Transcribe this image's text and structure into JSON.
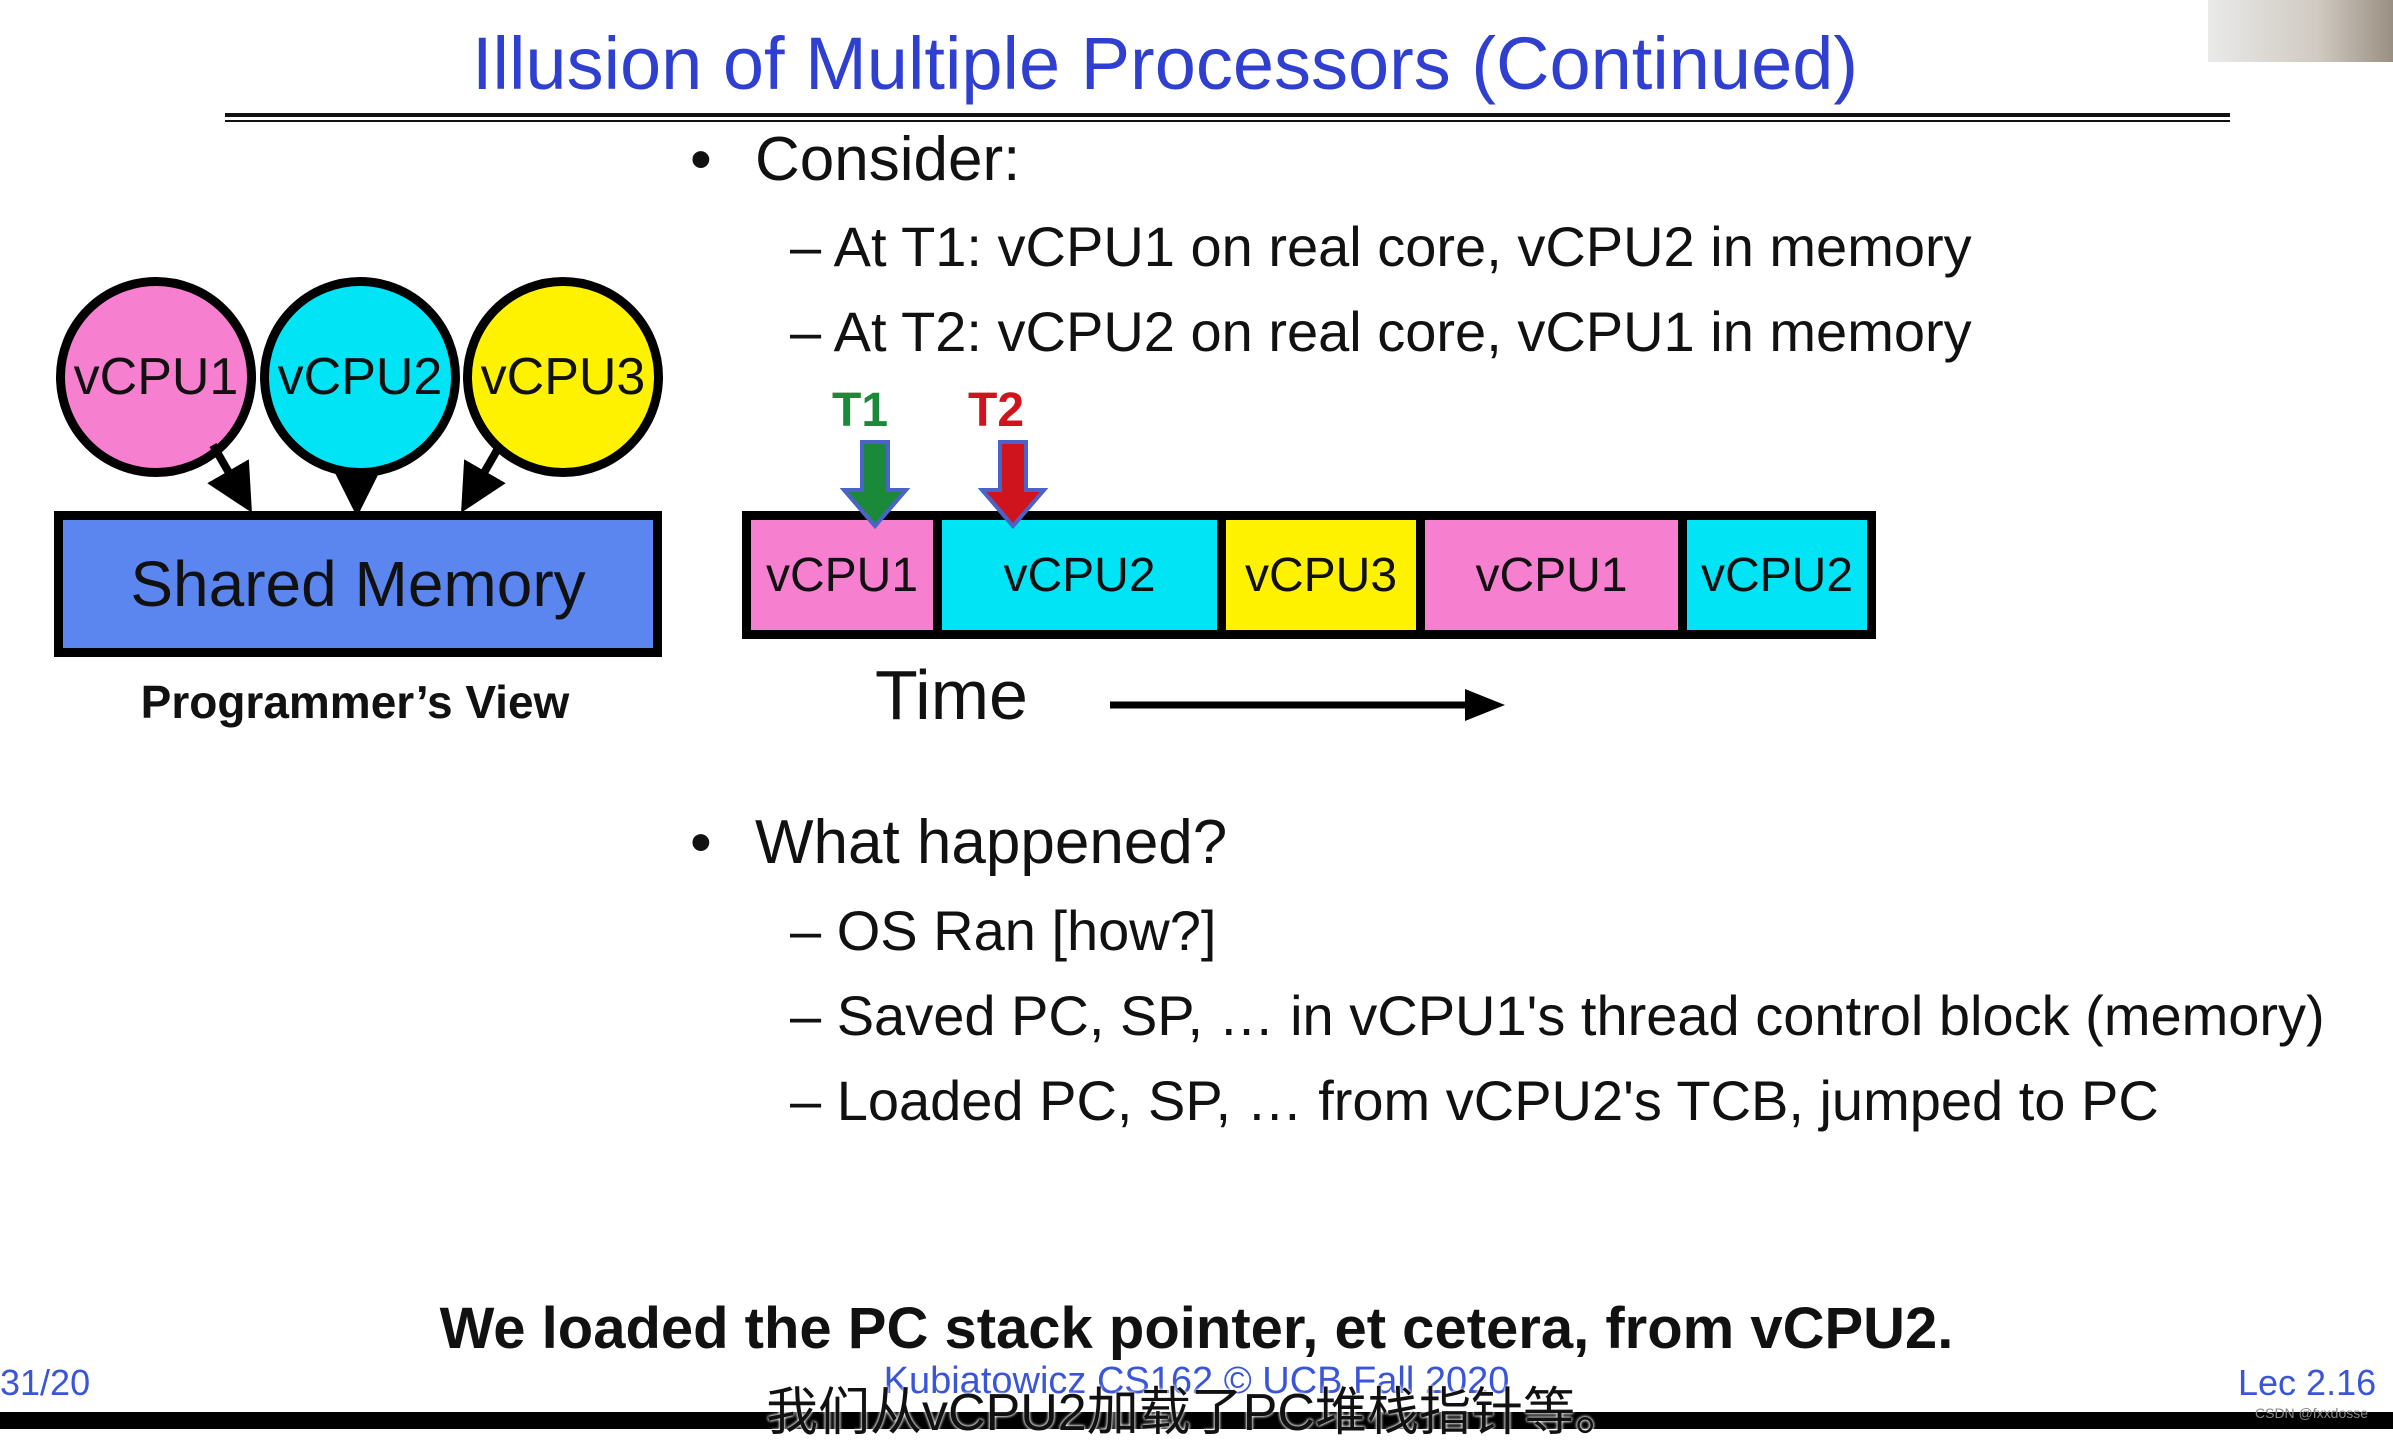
{
  "slide": {
    "title": "Illusion of Multiple Processors (Continued)",
    "bullet1": "Consider:",
    "bullet1_items": [
      "– At T1: vCPU1 on real core, vCPU2 in memory",
      "– At T2: vCPU2 on real core, vCPU1 in memory"
    ],
    "bullet2": "What happened?",
    "bullet2_items": [
      "– OS Ran [how?]",
      "– Saved PC, SP, … in vCPU1's thread control block (memory)",
      "– Loaded PC, SP, … from vCPU2's TCB, jumped to PC"
    ],
    "bullet_glyph": "•"
  },
  "programmer_view": {
    "circles": [
      "vCPU1",
      "vCPU2",
      "vCPU3"
    ],
    "shared_memory": "Shared Memory",
    "caption": "Programmer’s View"
  },
  "timeline": {
    "blocks": [
      "vCPU1",
      "vCPU2",
      "vCPU3",
      "vCPU1",
      "vCPU2"
    ],
    "time_label": "Time",
    "t1": "T1",
    "t2": "T2"
  },
  "colors": {
    "title_blue": "#2f3fd0",
    "vcpu1_pink": "#f77fcf",
    "vcpu2_cyan": "#00e4f6",
    "vcpu3_yellow": "#fff200",
    "shared_memory_blue": "#5b86f0",
    "t1_green": "#1a8a3a",
    "t2_red": "#d0141e"
  },
  "footer": {
    "left": "31/20",
    "center": "Kubiatowicz CS162 © UCB Fall 2020",
    "right": "Lec 2.16"
  },
  "subtitles": {
    "english": "We loaded the PC stack pointer, et cetera, from vCPU2.",
    "chinese": "我们从vCPU2加载了PC堆栈指针等。"
  },
  "watermark": "CSDN @fxxdosse"
}
